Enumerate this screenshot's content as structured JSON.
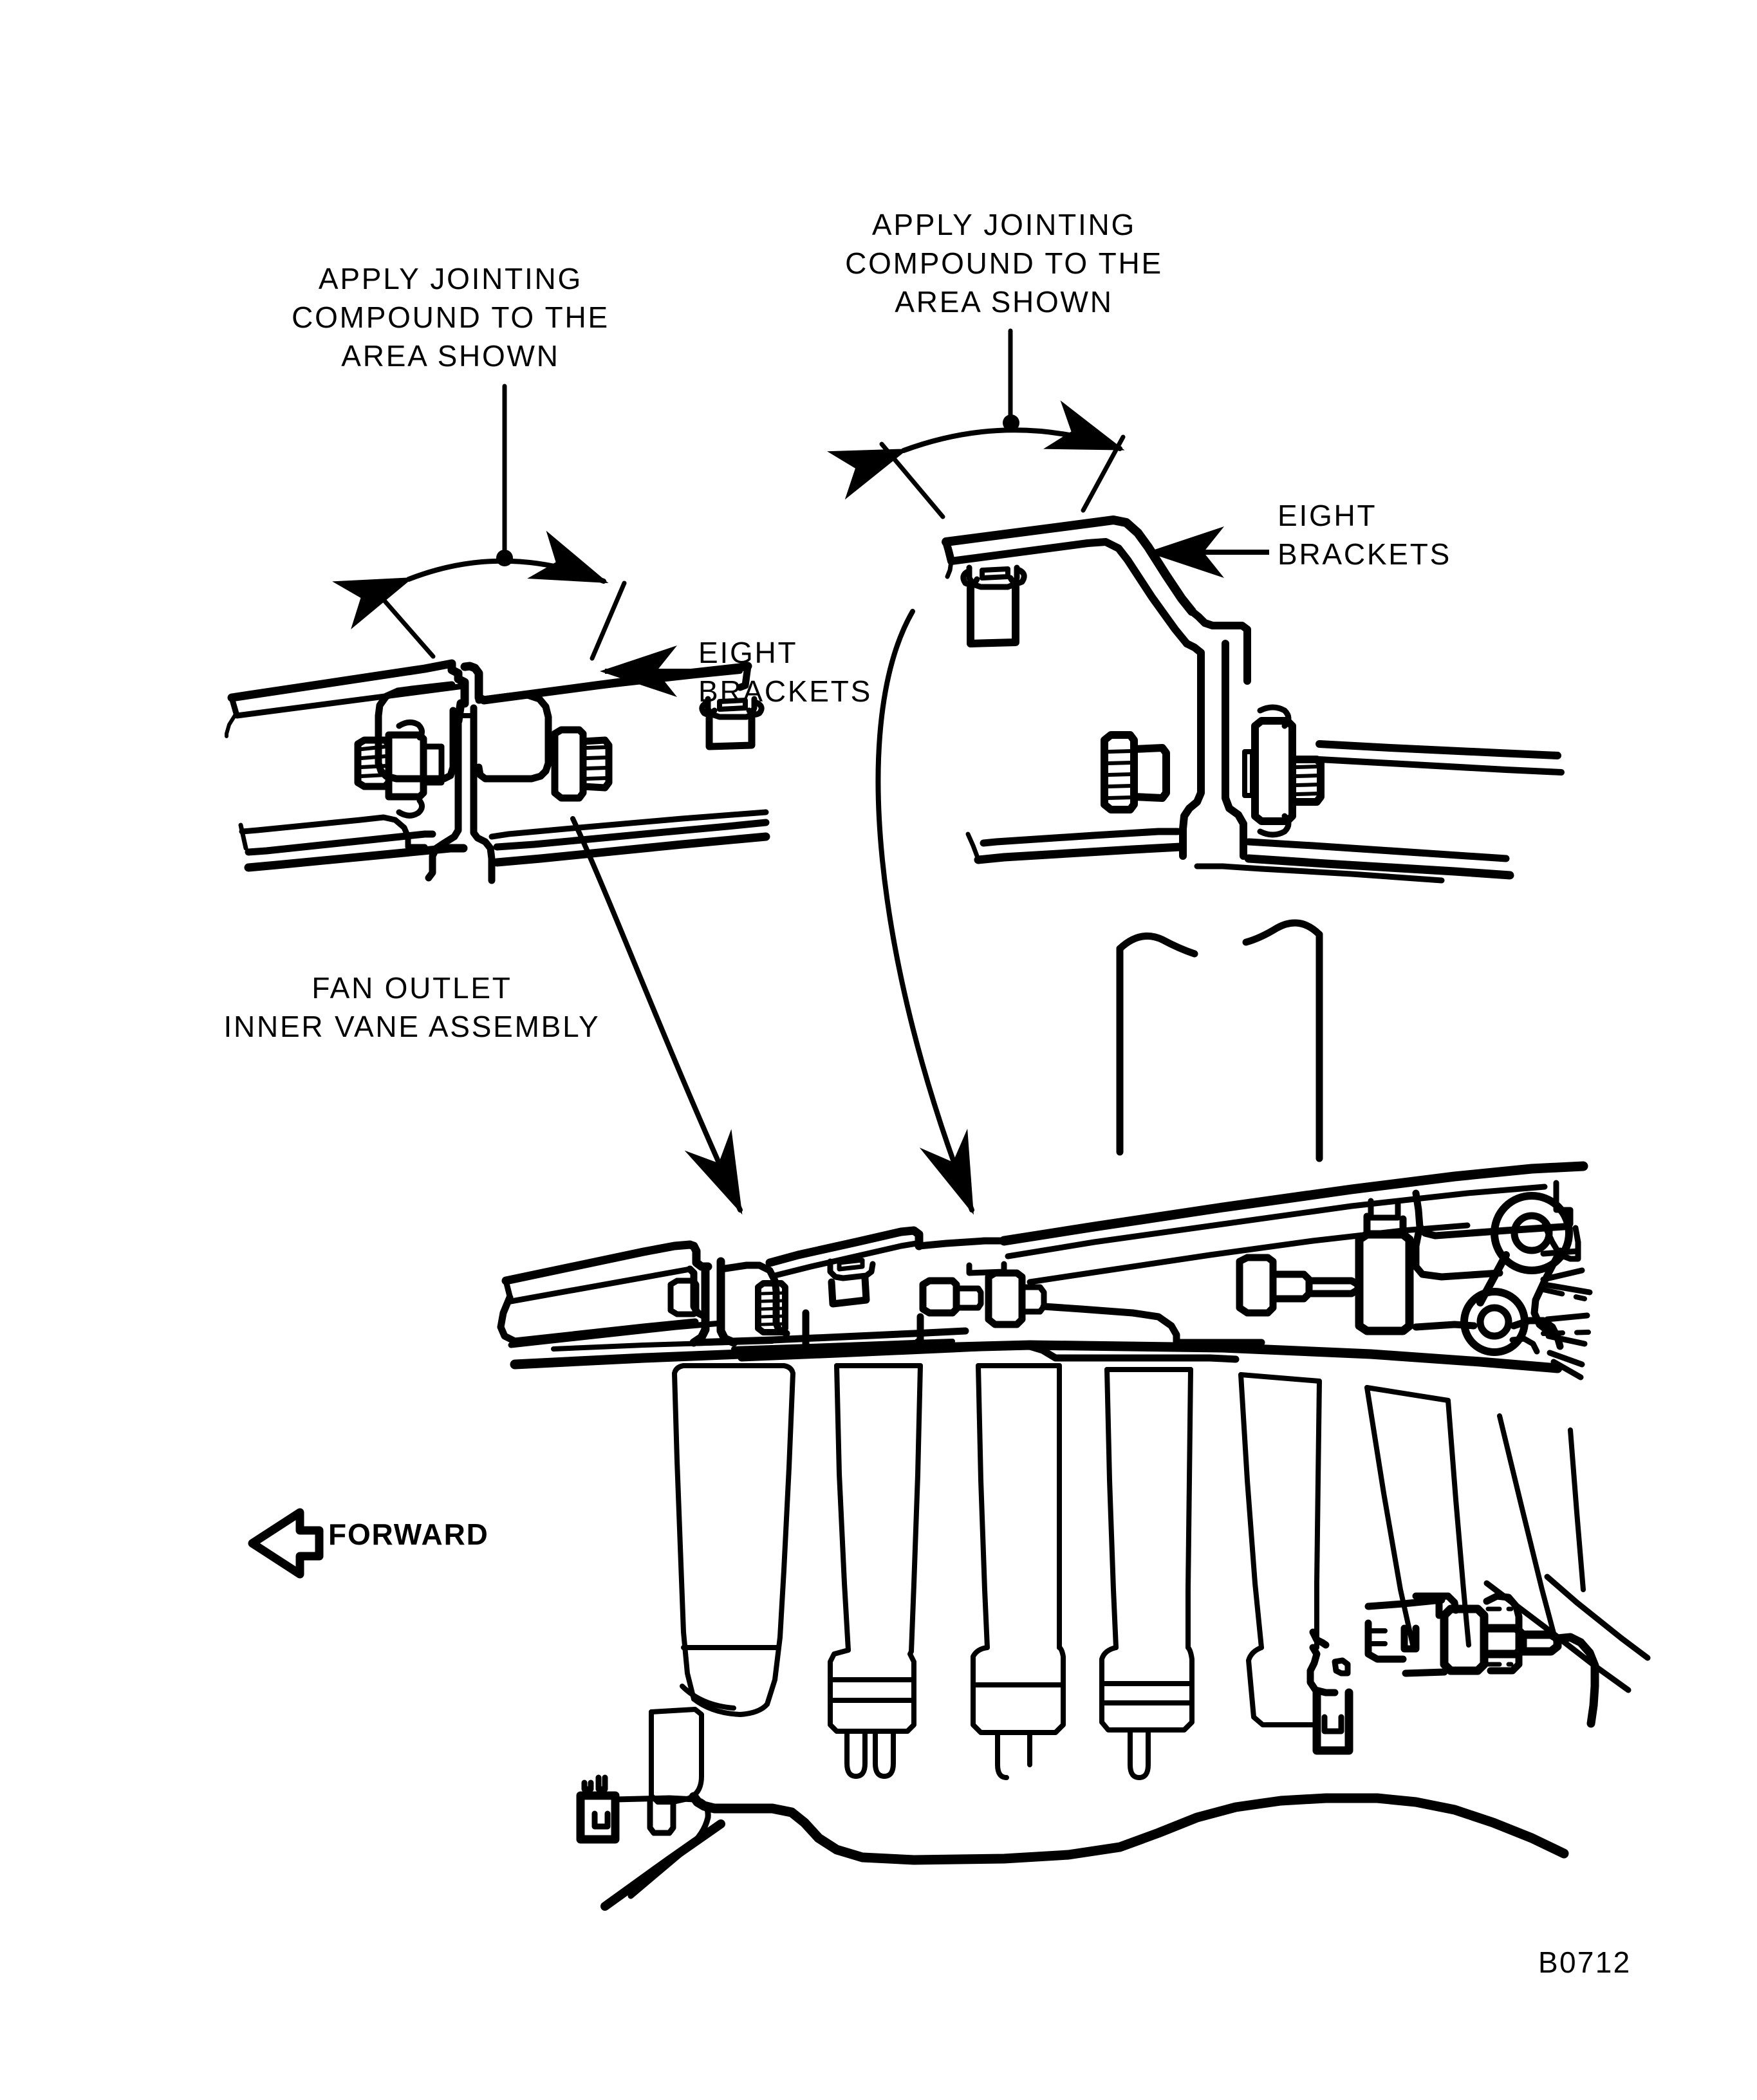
{
  "figure": {
    "title": "FAN OUTLET INNER VANE ASSEMBLY",
    "code": "B0712",
    "ink_color": "#000000",
    "paper_color": "#ffffff"
  },
  "callouts": {
    "apply_left": "APPLY JOINTING\nCOMPOUND TO THE\nAREA SHOWN",
    "apply_right": "APPLY JOINTING\nCOMPOUND TO THE\nAREA SHOWN",
    "brackets_left": "EIGHT\nBRACKETS",
    "brackets_right": "EIGHT\nBRACKETS",
    "fan_outlet": "FAN OUTLET\nINNER VANE ASSEMBLY",
    "forward": "FORWARD"
  },
  "details": {
    "left_detail_name": "left-flange-joint-detail",
    "right_detail_name": "right-flange-joint-detail",
    "main_assembly_name": "fan-outlet-inner-vane-assembly-section"
  }
}
